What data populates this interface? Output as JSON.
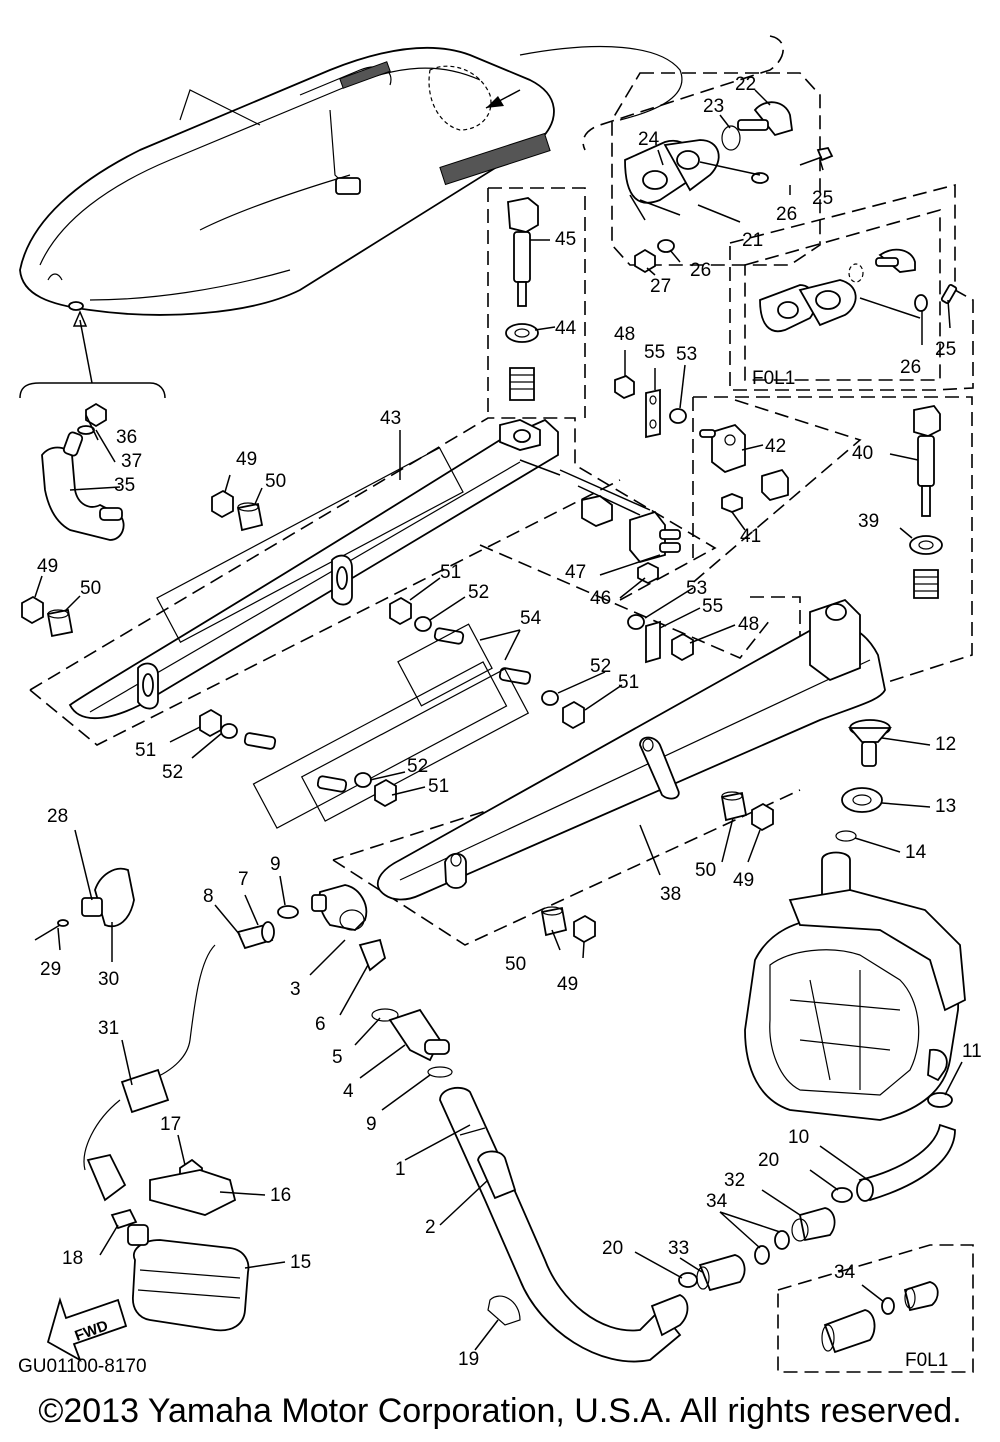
{
  "diagram_code": "GU01100-8170",
  "variant_label_top": "F0L1",
  "variant_label_bottom": "F0L1",
  "fwd_label": "FWD",
  "copyright": "©2013 Yamaha Motor Corporation, U.S.A. All rights reserved.",
  "callouts": [
    "1",
    "2",
    "3",
    "4",
    "5",
    "6",
    "7",
    "8",
    "9",
    "9",
    "10",
    "11",
    "12",
    "13",
    "14",
    "15",
    "16",
    "17",
    "18",
    "19",
    "20",
    "20",
    "21",
    "22",
    "23",
    "24",
    "25",
    "25",
    "26",
    "26",
    "26",
    "27",
    "28",
    "29",
    "30",
    "31",
    "32",
    "33",
    "34",
    "34",
    "35",
    "36",
    "37",
    "38",
    "39",
    "40",
    "41",
    "42",
    "43",
    "44",
    "45",
    "46",
    "47",
    "48",
    "48",
    "49",
    "49",
    "49",
    "49",
    "50",
    "50",
    "50",
    "50",
    "51",
    "51",
    "51",
    "51",
    "52",
    "52",
    "52",
    "52",
    "53",
    "53",
    "54",
    "55",
    "55"
  ]
}
